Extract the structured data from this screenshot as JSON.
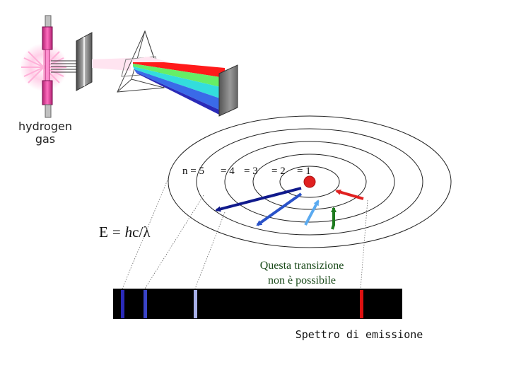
{
  "apparatus": {
    "label_line1": "hydrogen",
    "label_line2": "gas"
  },
  "levels": {
    "n5": "n = 5",
    "n4": "= 4",
    "n3": "= 3",
    "n2": "= 2",
    "n1": "= 1"
  },
  "formula": {
    "E": "E",
    "equals": "=",
    "h": "h",
    "c": "c/",
    "lambda": "λ"
  },
  "note": {
    "line1": "Questa transizione",
    "line2": "non è possibile"
  },
  "spectrum": {
    "caption": "Spettro di emissione"
  },
  "colors": {
    "nucleus": "#e02020",
    "arrow_navy": "#101a8c",
    "arrow_blue": "#2a52c8",
    "arrow_lightblue": "#5aaaf0",
    "arrow_green": "#1e7a1e",
    "arrow_red": "#e02020",
    "line_violet": "#2a2ab8",
    "line_indigo": "#3a44c8",
    "line_lavender": "#a8b0e8",
    "line_red": "#dd1111"
  }
}
